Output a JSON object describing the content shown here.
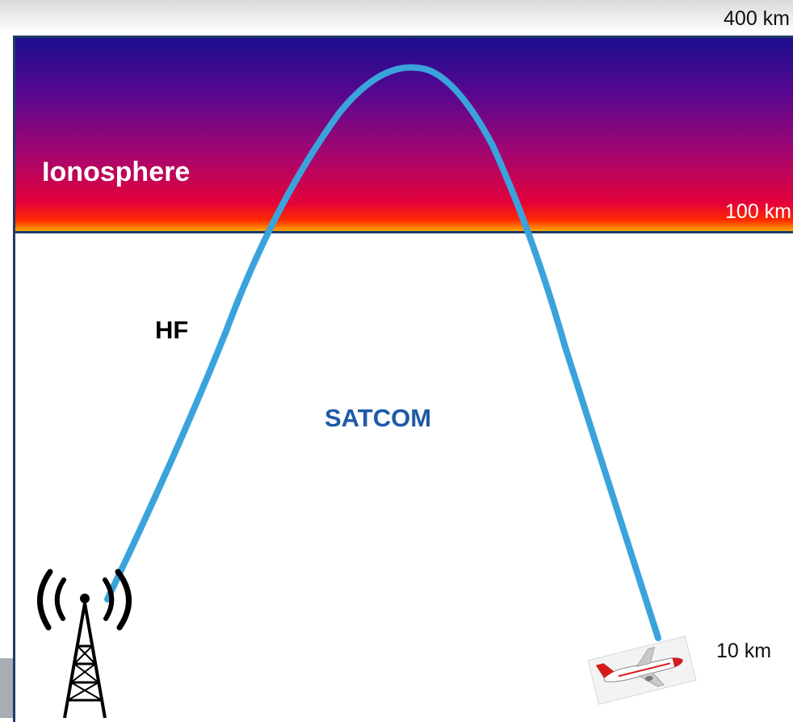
{
  "labels": {
    "altitude_top": "400 km",
    "altitude_ionosphere_base": "100 km",
    "altitude_aircraft": "10 km",
    "ionosphere": "Ionosphere",
    "hf": "HF",
    "satcom": "SATCOM"
  },
  "colors": {
    "frame": "#1f3b66",
    "signal_path": "#3aa3dc",
    "satcom_text": "#1e5aa8",
    "ionosphere_top": "#1c0d8e",
    "ionosphere_bottom": "#ff2a00"
  },
  "icons": {
    "tower": "radio-tower-icon",
    "aircraft": "airplane-icon"
  }
}
